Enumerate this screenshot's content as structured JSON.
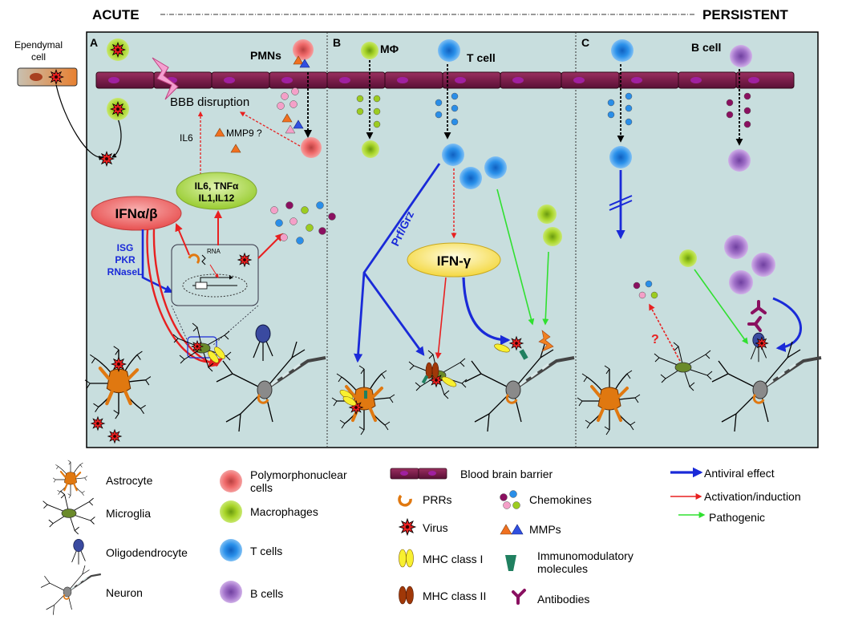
{
  "header": {
    "acute": "ACUTE",
    "persistent": "PERSISTENT"
  },
  "ependymal": {
    "label_line1": "Ependymal",
    "label_line2": "cell"
  },
  "panel_a": {
    "letter": "A",
    "pmns": "PMNs",
    "bbb_disruption": "BBB disruption",
    "il6": "IL6",
    "mmp9": "MMP9 ?",
    "cytokines_line1": "IL6, TNFα",
    "cytokines_line2": "IL1,IL12",
    "ifn_ab": "IFNα/β",
    "isg": "ISG",
    "pkr": "PKR",
    "rnasel": "RNaseL",
    "rna": "RNA"
  },
  "panel_b": {
    "letter": "B",
    "macrophage": "MΦ",
    "tcell": "T cell",
    "prf_grz": "Prf/Grz",
    "ifn_g": "IFN-γ"
  },
  "panel_c": {
    "letter": "C",
    "bcell": "B cell",
    "question": "?"
  },
  "legend": {
    "astrocyte": "Astrocyte",
    "microglia": "Microglia",
    "oligodendrocyte": "Oligodendrocyte",
    "neuron": "Neuron",
    "pmn_line1": "Polymorphonuclear",
    "pmn_line2": "cells",
    "macrophages": "Macrophages",
    "tcells": "T cells",
    "bcells": "B cells",
    "bbb": "Blood brain barrier",
    "prrs": "PRRs",
    "virus": "Virus",
    "mhc1": "MHC class I",
    "mhc2": "MHC class II",
    "chemokines": "Chemokines",
    "mmps": "MMPs",
    "immuno_line1": "Immunomodulatory",
    "immuno_line2": "molecules",
    "antibodies": "Antibodies",
    "antiviral": "Antiviral effect",
    "activation": "Activation/induction",
    "pathogenic": "Pathogenic"
  },
  "colors": {
    "panel_bg": "#c8dede",
    "bbb": "#7a1e4a",
    "bbb_nucleus": "#a020a0",
    "pmn": "#e86060",
    "macrophage": "#9ccc20",
    "tcell": "#2a8ee8",
    "bcell": "#a070c8",
    "antiviral": "#1a2ad8",
    "activation": "#e82020",
    "pathogenic": "#30e030",
    "astrocyte": "#e07810",
    "ifn_ab": "#f06060",
    "ifn_g": "#f8e060",
    "cytokines": "#a8d840"
  }
}
